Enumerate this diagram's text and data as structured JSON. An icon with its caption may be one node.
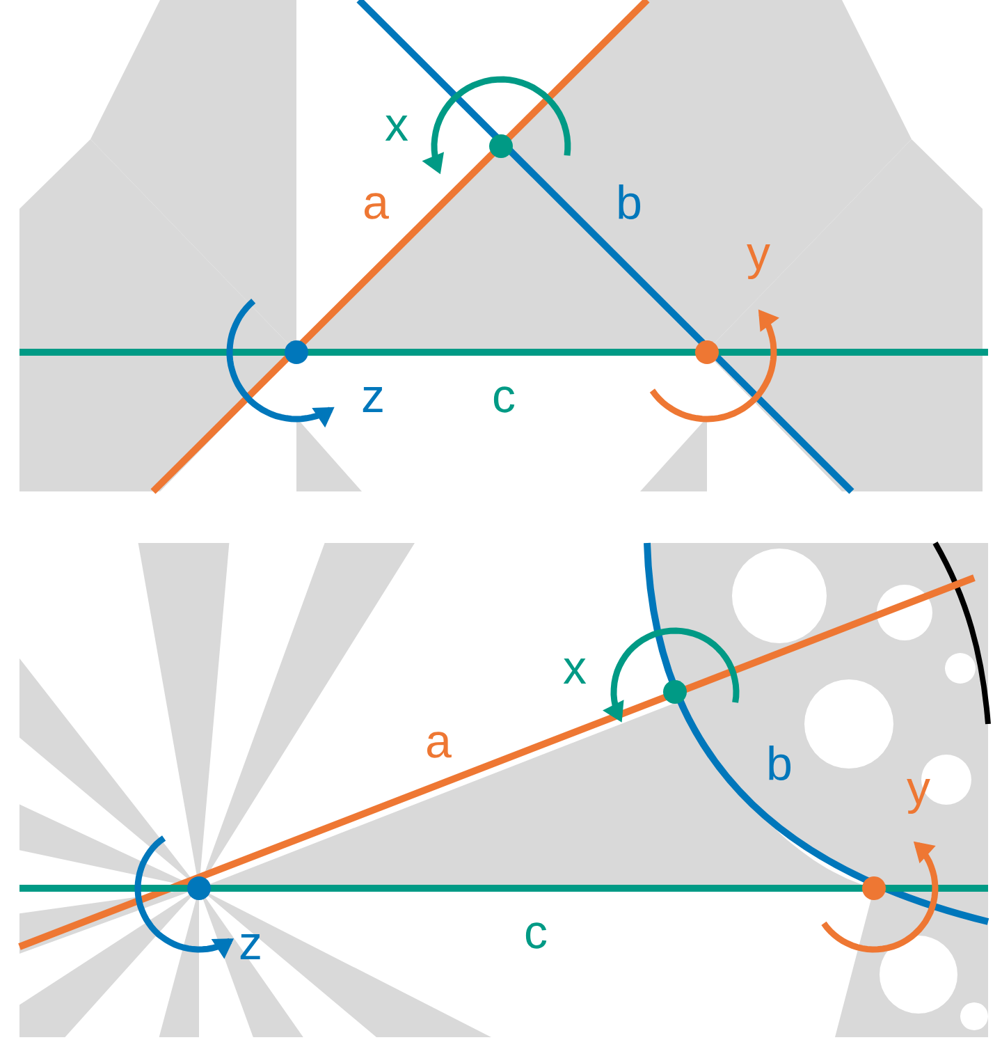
{
  "diagram": {
    "labels": [
      "x",
      "a",
      "b",
      "y",
      "z",
      "c",
      "x",
      "a",
      "b",
      "y",
      "z",
      "c"
    ]
  }
}
